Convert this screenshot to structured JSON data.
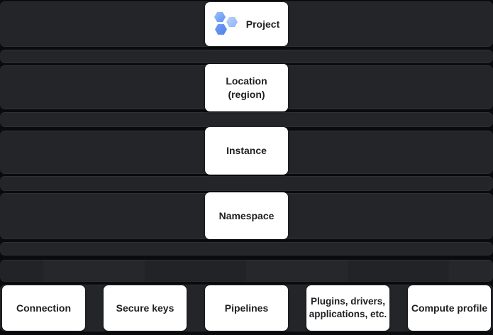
{
  "diagram": {
    "type": "resource-hierarchy",
    "colors": {
      "background": "#0a0b0d",
      "band": "#242529",
      "node_background": "#ffffff",
      "node_text": "#202124",
      "hexagon_blue_light": "#b9d2fb",
      "hexagon_blue_medium": "#6191f2",
      "hexagon_blue_dark": "#4d83ec"
    },
    "levels": [
      {
        "label": "Project",
        "icon": "hexagon-cluster-icon"
      },
      {
        "label": "Location (region)",
        "lines": [
          "Location",
          "(region)"
        ]
      },
      {
        "label": "Instance"
      },
      {
        "label": "Namespace"
      }
    ],
    "namespace_children": [
      {
        "label": "Connection"
      },
      {
        "label": "Secure keys"
      },
      {
        "label": "Pipelines"
      },
      {
        "label": "Plugins, drivers, applications, etc.",
        "lines": [
          "Plugins, drivers,",
          "applications, etc."
        ]
      },
      {
        "label": "Compute profile"
      }
    ]
  }
}
